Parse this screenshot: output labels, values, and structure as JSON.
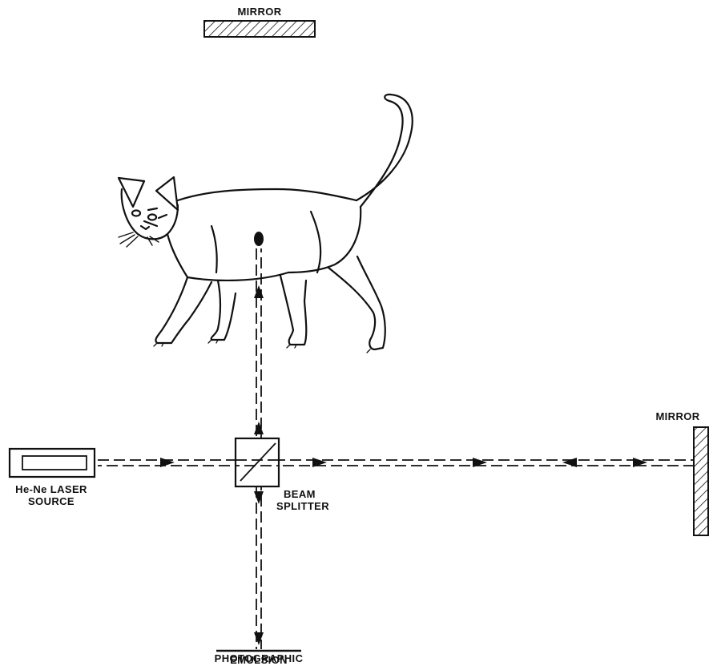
{
  "labels": {
    "mirror_top": "MIRROR",
    "mirror_right": "MIRROR",
    "laser_line1": "He-Ne LASER",
    "laser_line2": "SOURCE",
    "splitter_line1": "BEAM",
    "splitter_line2": "SPLITTER",
    "emulsion_line1": "PHOTOGRAPHIC",
    "emulsion_line2": "EMULSION"
  },
  "colors": {
    "ink": "#111111",
    "background": "#ffffff"
  }
}
